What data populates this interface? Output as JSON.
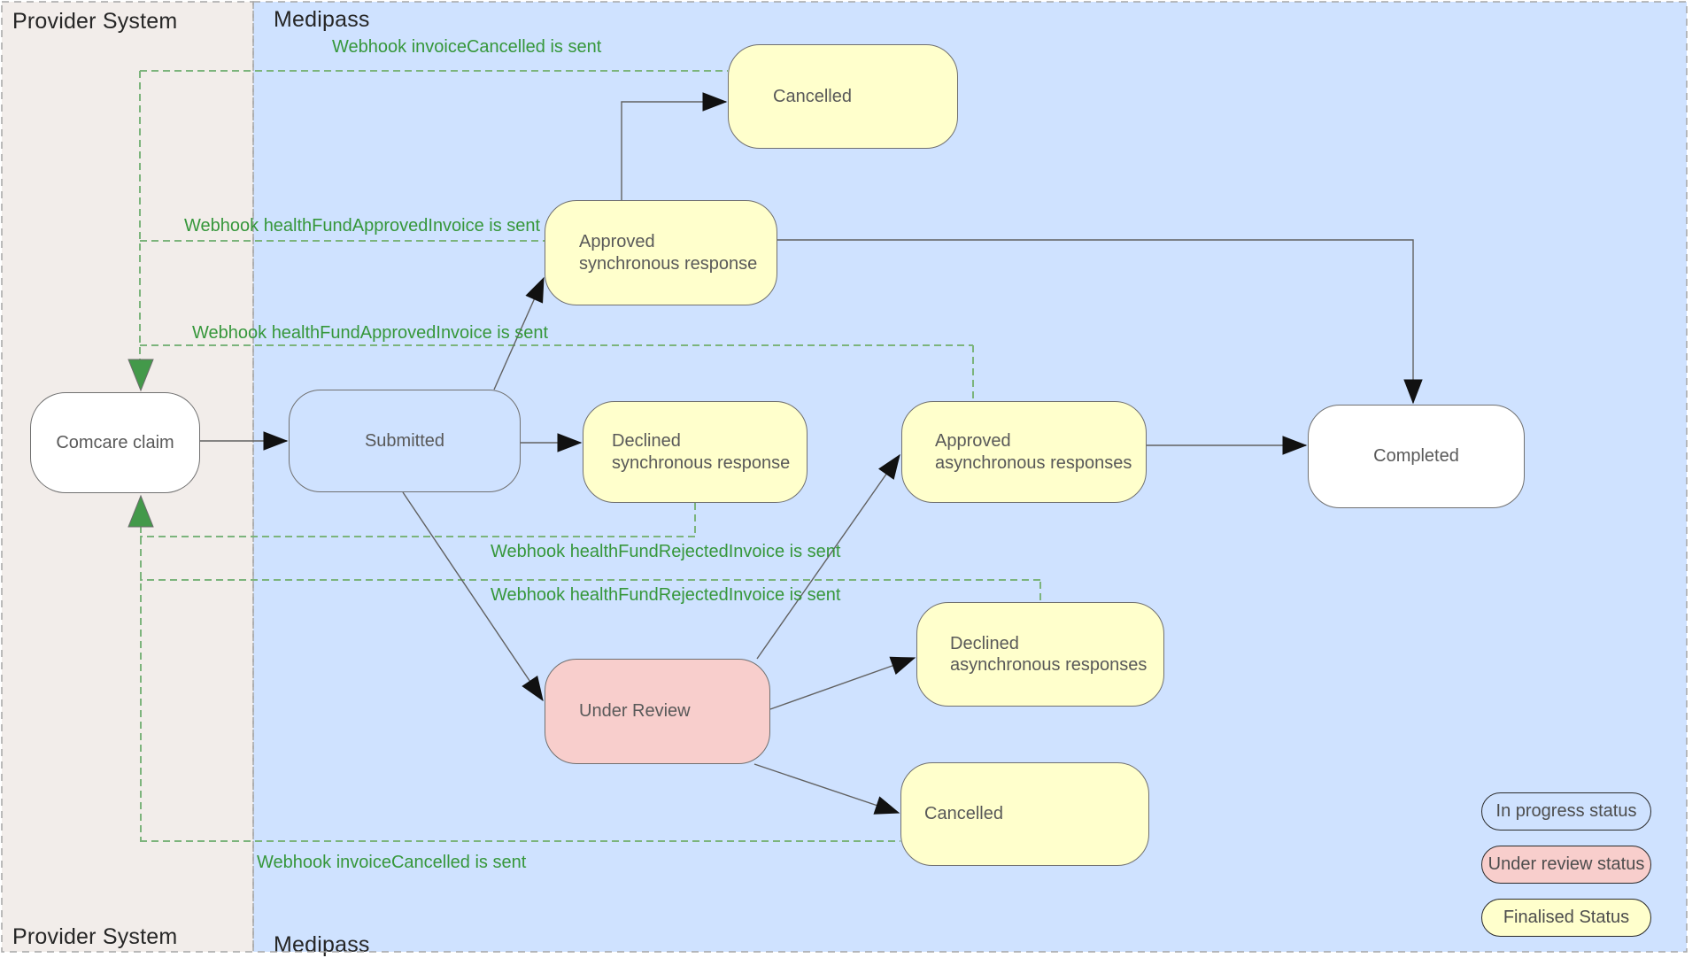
{
  "lanes": {
    "provider": {
      "label": "Provider System",
      "background": "#f2edea"
    },
    "medipass": {
      "label": "Medipass",
      "background": "#cfe2ff"
    }
  },
  "nodes": {
    "comcare_claim": {
      "label": "Comcare claim",
      "fill": "#ffffff"
    },
    "submitted": {
      "label": "Submitted",
      "fill": "#cfe2ff"
    },
    "cancelled_top": {
      "label": "Cancelled",
      "fill": "#ffffcc"
    },
    "approved_sync": {
      "line1": "Approved",
      "line2": "synchronous response",
      "fill": "#ffffcc"
    },
    "declined_sync": {
      "line1": "Declined",
      "line2": "synchronous response",
      "fill": "#ffffcc"
    },
    "approved_async": {
      "line1": "Approved",
      "line2": "asynchronous responses",
      "fill": "#ffffcc"
    },
    "declined_async": {
      "line1": "Declined",
      "line2": "asynchronous responses",
      "fill": "#ffffcc"
    },
    "under_review": {
      "label": "Under Review",
      "fill": "#f8cecc"
    },
    "cancelled_bottom": {
      "label": "Cancelled",
      "fill": "#ffffcc"
    },
    "completed": {
      "label": "Completed",
      "fill": "#ffffff"
    }
  },
  "webhook_labels": {
    "invoice_cancelled_top": "Webhook invoiceCancelled is sent",
    "approved_invoice_1": "Webhook healthFundApprovedInvoice is sent",
    "approved_invoice_2": "Webhook healthFundApprovedInvoice is sent",
    "rejected_invoice_1": "Webhook healthFundRejectedInvoice is sent",
    "rejected_invoice_2": "Webhook healthFundRejectedInvoice is sent",
    "invoice_cancelled_bottom": "Webhook invoiceCancelled is sent"
  },
  "legend": {
    "in_progress": "In progress status",
    "under_review": "Under review status",
    "finalised": "Finalised Status"
  },
  "colors": {
    "lane_provider_bg": "#f2edea",
    "lane_medipass_bg": "#cfe2ff",
    "status_finalised": "#ffffcc",
    "status_under_review": "#f8cecc",
    "webhook_text_green": "#36973b",
    "webhook_line_green": "#7cb47c",
    "connector_gray": "#616161",
    "node_border_gray": "#707070",
    "node_text_gray": "#595959"
  }
}
